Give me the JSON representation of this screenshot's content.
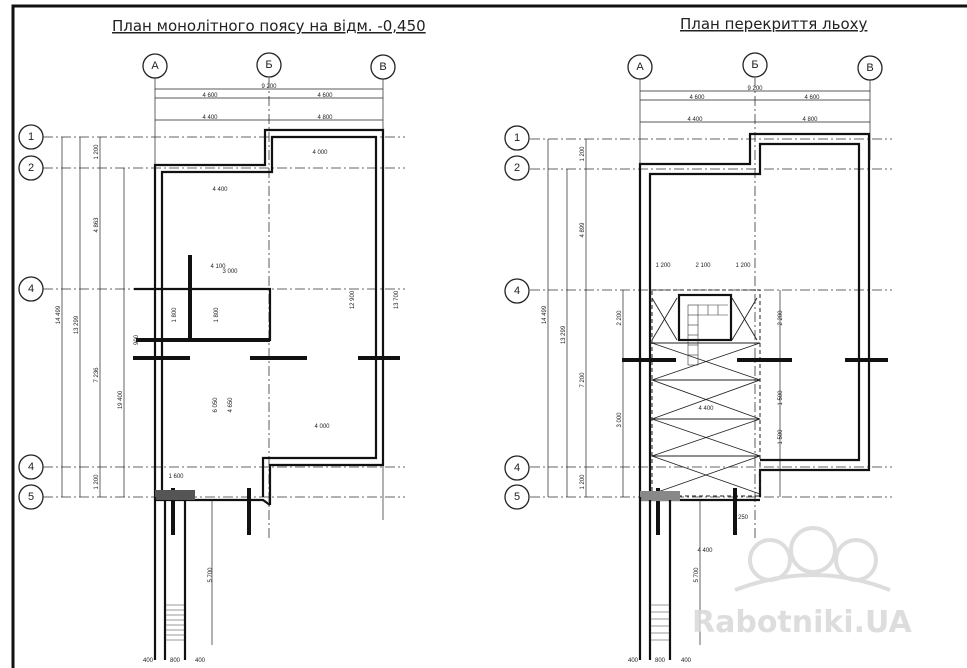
{
  "left_plan": {
    "title": "План монолітного поясу на відм. -0,450",
    "col_axes": [
      "А",
      "Б",
      "В"
    ],
    "row_axes": [
      "1",
      "2",
      "4",
      "4",
      "5"
    ],
    "dims_top": [
      "9 200",
      "4 600",
      "4 600",
      "4 400",
      "4 800"
    ],
    "dims_left": [
      "1 200",
      "4 863",
      "14 499",
      "13 299",
      "7 236",
      "19 400",
      "1 200"
    ],
    "dims_inner": [
      "4 400",
      "4 000",
      "4 100",
      "3 000",
      "12 900",
      "13 700",
      "6 050",
      "4 650",
      "4 000",
      "1 600",
      "1 800",
      "1 800",
      "900"
    ],
    "dims_bottom": [
      "5 700",
      "400",
      "800",
      "400"
    ]
  },
  "right_plan": {
    "title": "План перекриття льоху",
    "col_axes": [
      "А",
      "Б",
      "В"
    ],
    "row_axes": [
      "1",
      "2",
      "4",
      "4",
      "5"
    ],
    "dims_top": [
      "9 200",
      "4 600",
      "4 600",
      "4 400",
      "4 800"
    ],
    "dims_left": [
      "1 200",
      "4 899",
      "14 499",
      "13 299",
      "7 200",
      "1 200"
    ],
    "dims_inner": [
      "1 200",
      "2 100",
      "1 200",
      "2 200",
      "3 000",
      "4 400",
      "2 200",
      "1 500",
      "1 500",
      "4 400",
      "250"
    ],
    "dims_bottom": [
      "5 700",
      "400",
      "800",
      "400"
    ]
  },
  "watermark": "Rabotniki.UA"
}
